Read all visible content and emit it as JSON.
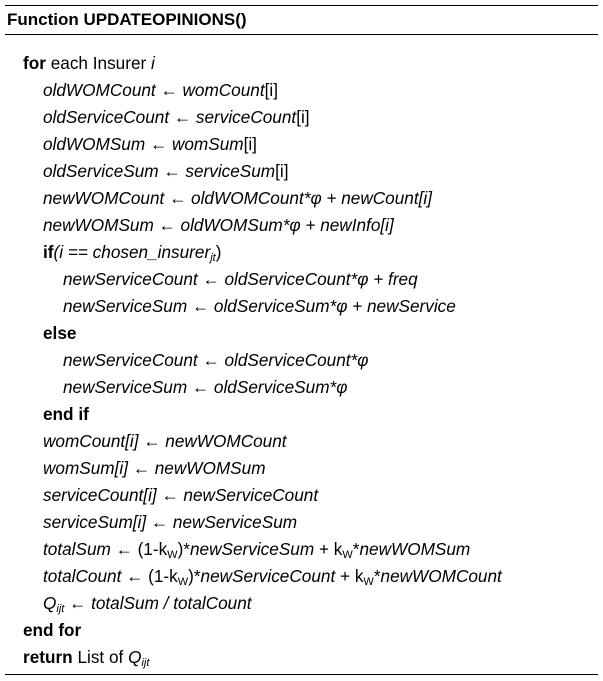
{
  "title": "Function UPDATEOPINIONS()",
  "lines": {
    "l1_kw": "for",
    "l1_txt": " each Insurer ",
    "l1_var": "i",
    "l2_a": "oldWOMCount",
    "l2_arrow": " ← ",
    "l2_b": "womCount",
    "l2_c": "[i]",
    "l3_a": "oldServiceCount",
    "l3_arrow": " ← ",
    "l3_b": "serviceCount",
    "l3_c": "[i]",
    "l4_a": "oldWOMSum",
    "l4_arrow": " ← ",
    "l4_b": "womSum",
    "l4_c": "[i]",
    "l5_a": "oldServiceSum",
    "l5_arrow": " ← ",
    "l5_b": "serviceSum",
    "l5_c": "[i]",
    "l6": "newWOMCount ← oldWOMCount*φ + newCount[i]",
    "l7": "newWOMSum ← oldWOMSum*φ + newInfo[i]",
    "l8_kw": "if",
    "l8_txt": "(i == chosen_insurer",
    "l8_sub": "jt",
    "l8_end": ")",
    "l9": "newServiceCount ← oldServiceCount*φ + freq",
    "l10": "newServiceSum ← oldServiceSum*φ + newService",
    "l11_kw": "else",
    "l12": "newServiceCount ← oldServiceCount*φ",
    "l13": "newServiceSum ← oldServiceSum*φ",
    "l14_kw": "end if",
    "l15": "womCount[i] ← newWOMCount",
    "l16": "womSum[i] ← newWOMSum",
    "l17": "serviceCount[i] ← newServiceCount",
    "l18": "serviceSum[i] ← newServiceSum",
    "l19_a": "totalSum",
    "l19_b": " ← (1-k",
    "l19_sub1": "W",
    "l19_c": ")*",
    "l19_d": "newServiceSum",
    "l19_e": " + k",
    "l19_sub2": "W",
    "l19_f": "*",
    "l19_g": "newWOMSum",
    "l20_a": "totalCount",
    "l20_b": " ←  (1-k",
    "l20_sub1": "W",
    "l20_c": ")*",
    "l20_d": "newServiceCount",
    "l20_e": " + k",
    "l20_sub2": "W",
    "l20_f": "*",
    "l20_g": "newWOMCount",
    "l21_a": "Q",
    "l21_sub": "ijt",
    "l21_b": " ← totalSum  / totalCount",
    "l22_kw": "end for",
    "l23_kw": "return",
    "l23_txt": " List of ",
    "l23_var": "Q",
    "l23_sub": "ijt"
  }
}
